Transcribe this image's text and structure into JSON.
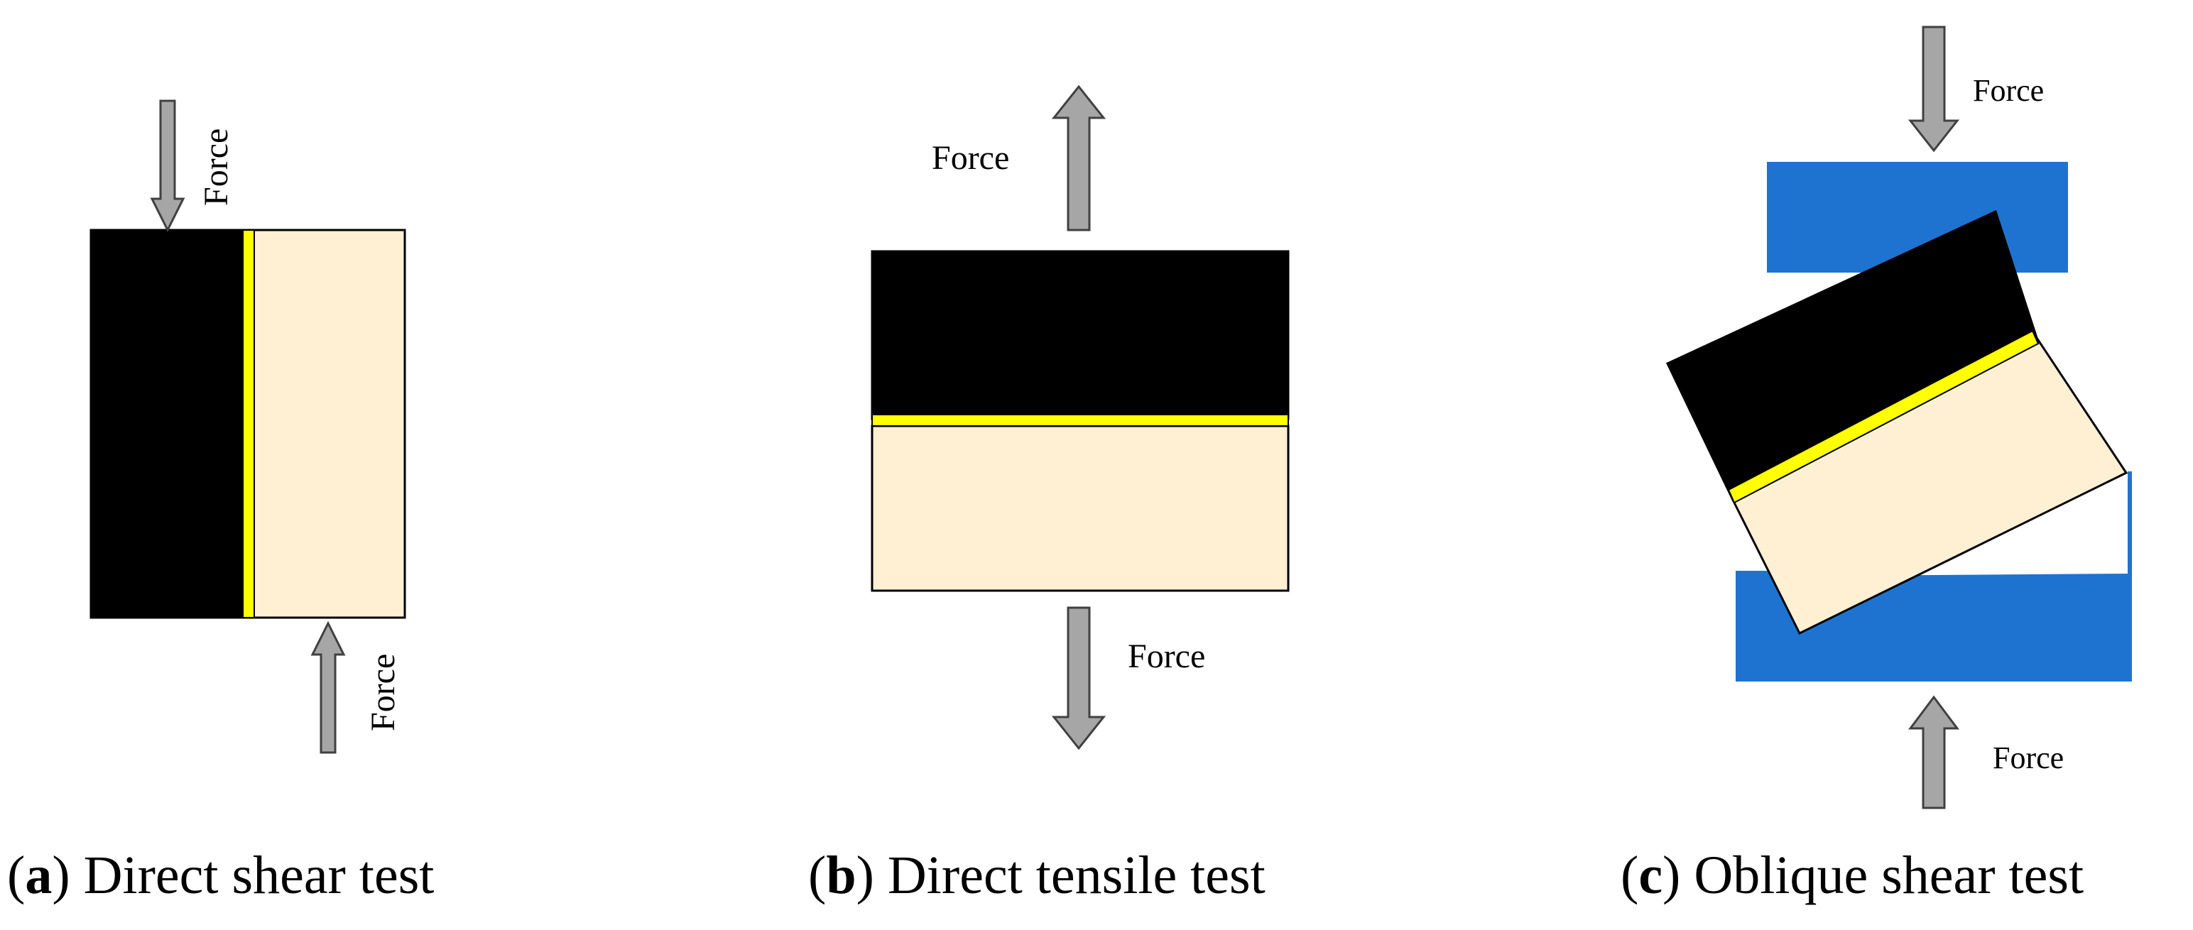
{
  "colors": {
    "substrate": "#000000",
    "overlay": "#fff0d4",
    "bond": "#ffff00",
    "arrow_fill": "#a6a6a6",
    "arrow_stroke": "#404040",
    "fixture": "#1f73d0"
  },
  "panels": [
    {
      "id": "a",
      "caption_letter": "a",
      "caption_text": "Direct shear test",
      "force_labels": [
        "Force",
        "Force"
      ]
    },
    {
      "id": "b",
      "caption_letter": "b",
      "caption_text": "Direct tensile test",
      "force_labels": [
        "Force",
        "Force"
      ]
    },
    {
      "id": "c",
      "caption_letter": "c",
      "caption_text": "Oblique shear test",
      "force_labels": [
        "Force",
        "Force"
      ]
    }
  ]
}
